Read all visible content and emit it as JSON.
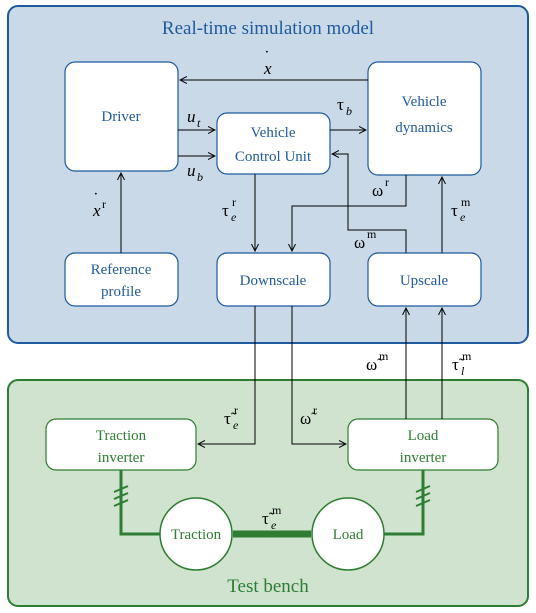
{
  "panels": {
    "realtime": {
      "title": "Real-time simulation model",
      "stroke": "#1f5a9e",
      "fill": "#c9d9e8"
    },
    "testbench": {
      "title": "Test bench",
      "stroke": "#2e7d32",
      "fill": "#cfe3cf"
    }
  },
  "blocks": {
    "driver": "Driver",
    "vcu_line1": "Vehicle",
    "vcu_line2": "Control Unit",
    "vdyn_line1": "Vehicle",
    "vdyn_line2": "dynamics",
    "ref_line1": "Reference",
    "ref_line2": "profile",
    "downscale": "Downscale",
    "upscale": "Upscale",
    "tinv_line1": "Traction",
    "tinv_line2": "inverter",
    "linv_line1": "Load",
    "linv_line2": "inverter",
    "traction_motor": "Traction",
    "load_motor": "Load"
  },
  "signals": {
    "xdot": {
      "base": "x",
      "accent": "˙"
    },
    "xdot_ref": {
      "base": "x",
      "accent": "˙",
      "sup": "r"
    },
    "u_t": {
      "base": "u",
      "sub": "t"
    },
    "u_b": {
      "base": "u",
      "sub": "b"
    },
    "tau_b": {
      "base": "τ",
      "sub": "b"
    },
    "tau_e_r": {
      "base": "τ",
      "sub": "e",
      "sup": "r"
    },
    "omega_r": {
      "base": "ω",
      "sup": "r"
    },
    "omega_m": {
      "base": "ω",
      "sup": "m"
    },
    "tau_e_m": {
      "base": "τ",
      "sub": "e",
      "sup": "m"
    },
    "tilde_tau_e_r": {
      "base": "τ̃",
      "sub": "e",
      "sup": "r"
    },
    "tilde_omega_r": {
      "base": "ω̃",
      "sup": "r"
    },
    "tilde_omega_m": {
      "base": "ω̃",
      "sup": "m"
    },
    "tilde_tau_l_m": {
      "base": "τ̃",
      "sub": "l",
      "sup": "m"
    },
    "tilde_tau_e_m_shaft": {
      "base": "τ̃",
      "sub": "e",
      "sup": "m"
    }
  }
}
